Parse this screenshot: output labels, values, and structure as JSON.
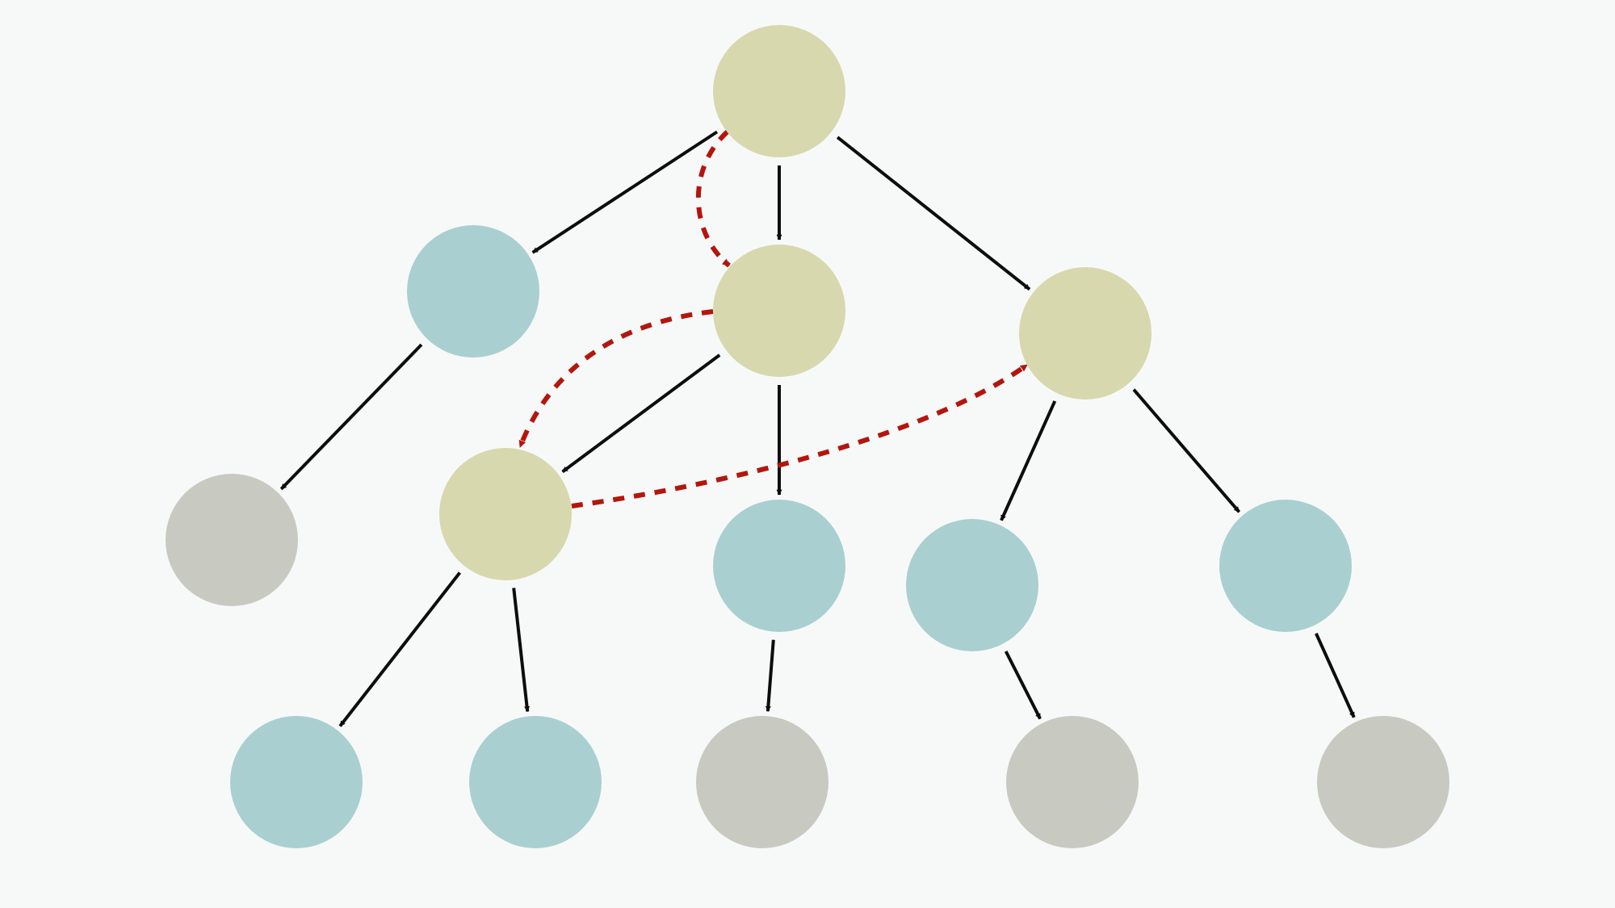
{
  "colors": {
    "background": "#f7f9f9",
    "node_active": "#d7d8ae",
    "node_visited": "#aacfd1",
    "node_unvisited": "#c8c9c0",
    "edge": "#0d0d0d",
    "traversal": "#b3160d"
  },
  "nodes": [
    {
      "id": "n0",
      "state": "active"
    },
    {
      "id": "n1",
      "state": "visited"
    },
    {
      "id": "n2",
      "state": "active"
    },
    {
      "id": "n3",
      "state": "active"
    },
    {
      "id": "n4",
      "state": "unvisited"
    },
    {
      "id": "n5",
      "state": "active"
    },
    {
      "id": "n6",
      "state": "visited"
    },
    {
      "id": "n7",
      "state": "visited"
    },
    {
      "id": "n8",
      "state": "visited"
    },
    {
      "id": "n9",
      "state": "visited"
    },
    {
      "id": "n10",
      "state": "visited"
    },
    {
      "id": "n11",
      "state": "unvisited"
    },
    {
      "id": "n12",
      "state": "unvisited"
    },
    {
      "id": "n13",
      "state": "unvisited"
    }
  ],
  "edges": [
    {
      "from": "n0",
      "to": "n1"
    },
    {
      "from": "n0",
      "to": "n2"
    },
    {
      "from": "n0",
      "to": "n3"
    },
    {
      "from": "n1",
      "to": "n4"
    },
    {
      "from": "n2",
      "to": "n5"
    },
    {
      "from": "n2",
      "to": "n6"
    },
    {
      "from": "n3",
      "to": "n7"
    },
    {
      "from": "n3",
      "to": "n8"
    },
    {
      "from": "n5",
      "to": "n9"
    },
    {
      "from": "n5",
      "to": "n10"
    },
    {
      "from": "n6",
      "to": "n11"
    },
    {
      "from": "n7",
      "to": "n12"
    },
    {
      "from": "n8",
      "to": "n13"
    }
  ],
  "traversal_path": [
    {
      "from": "n0",
      "to": "n2"
    },
    {
      "from": "n2",
      "to": "n5"
    },
    {
      "from": "n5",
      "to": "n3"
    }
  ]
}
